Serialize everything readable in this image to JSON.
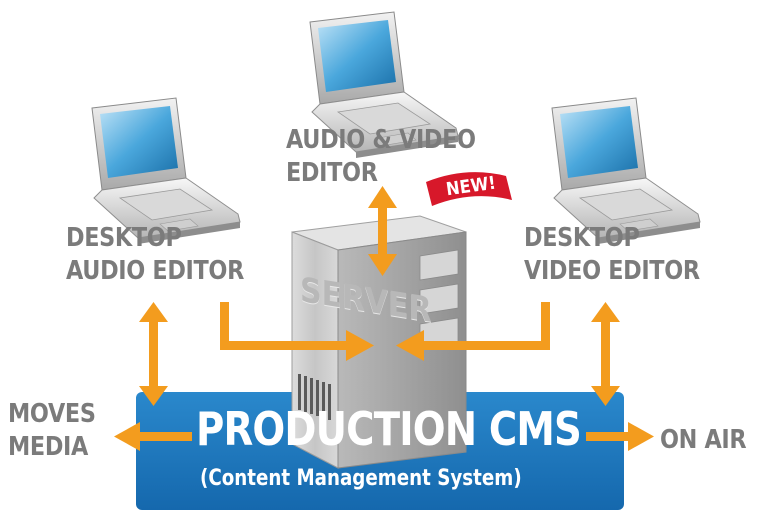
{
  "nodes": {
    "audio_video_editor": {
      "line1": "AUDIO & VIDEO",
      "line2": "EDITOR"
    },
    "new_badge": "NEW!",
    "desktop_audio_editor": {
      "line1": "DESKTOP",
      "line2": "AUDIO EDITOR"
    },
    "desktop_video_editor": {
      "line1": "DESKTOP",
      "line2": "VIDEO EDITOR"
    },
    "server": "SERVER",
    "cms": {
      "title": "PRODUCTION CMS",
      "subtitle": "(Content Management System)"
    },
    "moves_media": {
      "line1": "MOVES",
      "line2": "MEDIA"
    },
    "on_air": "ON AIR"
  },
  "colors": {
    "arrow": "#f39c1e",
    "cms_box": "#1d78be",
    "label": "#7b7b7b",
    "badge": "#d7182a"
  },
  "icons": {
    "laptop": "laptop-icon",
    "server": "server-tower-icon",
    "badge": "flag-badge-icon"
  }
}
